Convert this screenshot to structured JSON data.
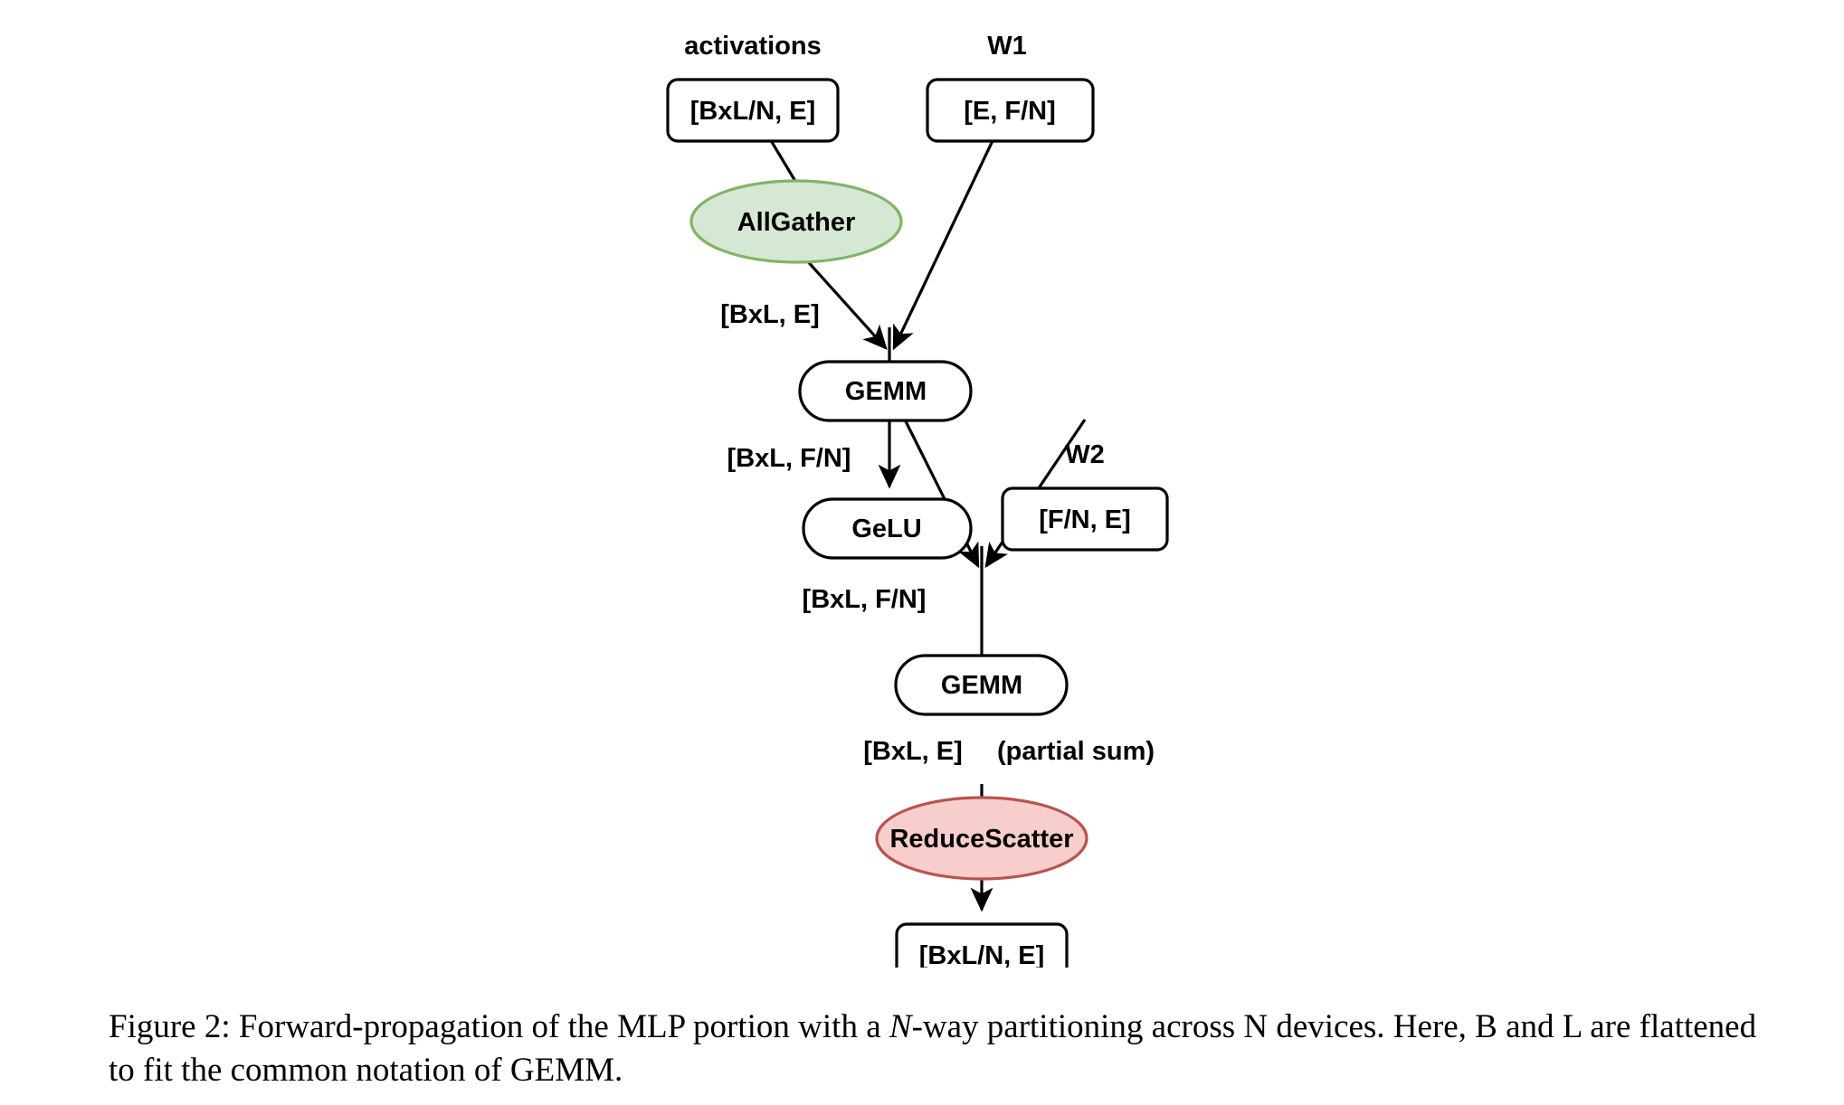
{
  "figure": {
    "caption_prefix": "Figure 2:",
    "caption_part1": " Forward-propagation of the MLP portion with a ",
    "caption_italic": "N",
    "caption_part2": "-way partitioning across N devices.  Here, B and L are flattened to fit the common notation of GEMM."
  },
  "diagram": {
    "type": "flowchart",
    "headers": {
      "activations": "activations",
      "w1": "W1",
      "w2": "W2"
    },
    "nodes": {
      "activations_tensor": "[BxL/N, E]",
      "w1_tensor": "[E, F/N]",
      "allgather": "AllGather",
      "gemm1": "GEMM",
      "gelu": "GeLU",
      "w2_tensor": "[F/N, E]",
      "gemm2": "GEMM",
      "reducescatter": "ReduceScatter",
      "output_tensor": "[BxL/N, E]"
    },
    "edge_labels": {
      "allgather_to_gemm1": "[BxL, E]",
      "gemm1_to_gelu": "[BxL, F/N]",
      "gelu_to_gemm2": "[BxL, F/N]",
      "gemm2_to_reducescatter": "[BxL, E]",
      "gemm2_partial_sum": "(partial sum)"
    },
    "colors": {
      "allgather_fill": "#d5e8d4",
      "allgather_stroke": "#82b366",
      "reducescatter_fill": "#f8cecc",
      "reducescatter_stroke": "#b85450",
      "node_fill": "#ffffff",
      "node_stroke": "#000000"
    }
  }
}
